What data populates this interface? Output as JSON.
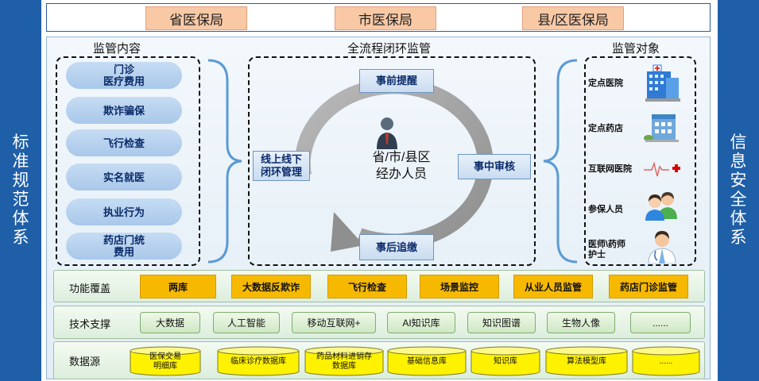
{
  "left_side": "标准规范体系",
  "right_side": "信息安全体系",
  "bureaus": [
    "省医保局",
    "市医保局",
    "县/区医保局"
  ],
  "supervision_content": {
    "title": "监管内容",
    "items": [
      "门诊\n医疗费用",
      "欺诈骗保",
      "飞行检查",
      "实名就医",
      "执业行为",
      "药店门统\n费用"
    ]
  },
  "closed_loop": {
    "title": "全流程闭环监管",
    "steps": {
      "pre": "事前提醒",
      "mid": "事中审核",
      "post": "事后追缴",
      "online": "线上线下\n闭环管理"
    },
    "center": "省/市/县区\n经办人员"
  },
  "supervision_targets": {
    "title": "监管对象",
    "items": [
      {
        "label": "定点医院",
        "icon": "hospital-icon"
      },
      {
        "label": "定点药店",
        "icon": "pharmacy-icon"
      },
      {
        "label": "互联网医院",
        "icon": "internet-hospital-icon"
      },
      {
        "label": "参保人员",
        "icon": "insured-people-icon"
      },
      {
        "label": "医师\\药师\n护士",
        "icon": "medical-staff-icon"
      }
    ]
  },
  "function_coverage": {
    "label": "功能覆盖",
    "items": [
      "两库",
      "大数据反欺诈",
      "飞行检查",
      "场景监控",
      "从业人员监管",
      "药店门诊监管"
    ]
  },
  "tech_support": {
    "label": "技术支撑",
    "items": [
      "大数据",
      "人工智能",
      "移动互联网+",
      "AI知识库",
      "知识图谱",
      "生物人像",
      "......"
    ]
  },
  "data_source": {
    "label": "数据源",
    "items": [
      "医保交易\n明细库",
      "临床诊疗数据库",
      "药品材料进销存\n数据库",
      "基础信息库",
      "知识库",
      "算法模型库",
      "......"
    ]
  },
  "colors": {
    "side_bar": "#1f5fa8",
    "bureau_fill": "#f9c9a6",
    "function_fill": "#f7b900",
    "cylinder_fill": "#fff200",
    "pill_fill": "#b9d3ef"
  }
}
